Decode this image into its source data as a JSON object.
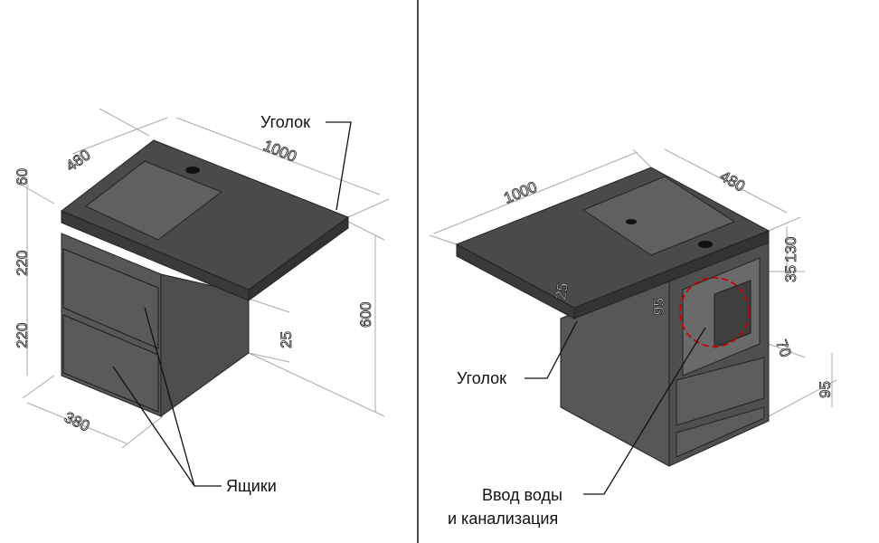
{
  "left_view": {
    "dimensions": {
      "depth": "480",
      "width": "1000",
      "top_thickness": "60",
      "drawer_top": "220",
      "drawer_bottom": "220",
      "overhang_gap": "25",
      "height": "600",
      "cabinet_width": "380"
    },
    "labels": {
      "corner": "Уголок",
      "drawers": "Ящики"
    }
  },
  "right_view": {
    "dimensions": {
      "width": "1000",
      "depth": "480",
      "d130": "130",
      "d35": "35",
      "d25": "25",
      "d95_left": "95",
      "d70": "70",
      "d95_bottom": "95"
    },
    "labels": {
      "corner": "Уголок",
      "inlet_line1": "Ввод воды",
      "inlet_line2": "и канализация"
    }
  },
  "colors": {
    "body": "#555555",
    "top": "#4a4a4a",
    "edge": "#222222",
    "highlight_circle": "#cc0000"
  }
}
